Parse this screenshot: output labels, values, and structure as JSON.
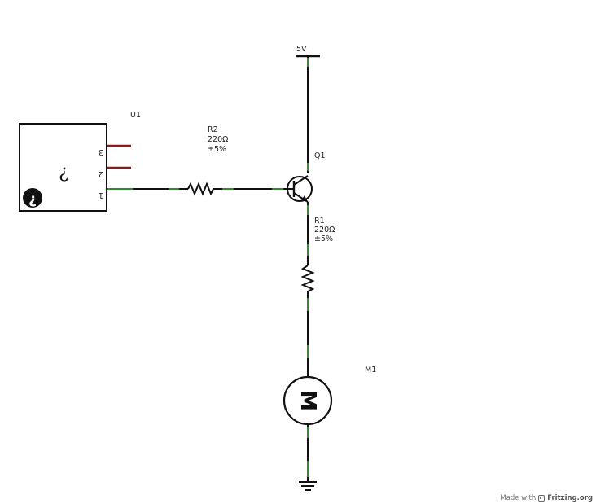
{
  "power": {
    "label": "5V"
  },
  "components": {
    "u1": {
      "ref": "U1",
      "center_glyph": "¿",
      "pins": [
        "3",
        "2",
        "1"
      ]
    },
    "r2": {
      "ref": "R2",
      "value": "220Ω",
      "tolerance": "±5%"
    },
    "q1": {
      "ref": "Q1"
    },
    "r1": {
      "ref": "R1",
      "value": "220Ω",
      "tolerance": "±5%"
    },
    "m1": {
      "ref": "M1",
      "symbol": "M"
    }
  },
  "footer": {
    "prefix": "Made with",
    "brand": "Fritzing.org"
  },
  "colors": {
    "wire": "#111111",
    "connector": "#2e8b2e",
    "pin": "#8b1a1a"
  }
}
